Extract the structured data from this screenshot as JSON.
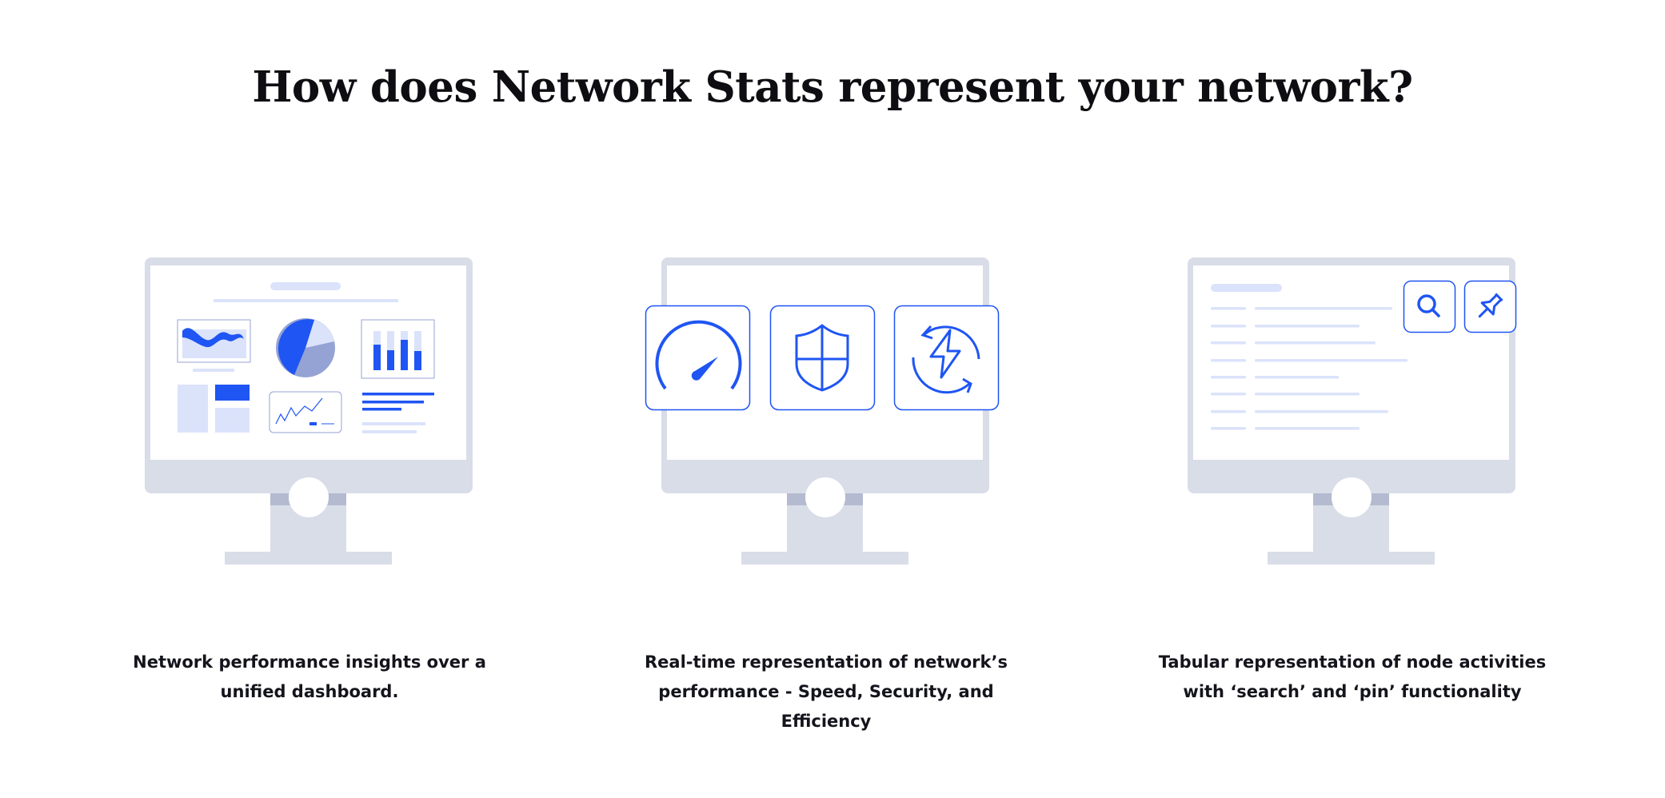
{
  "title": "How does Network Stats represent your network?",
  "colors": {
    "accent": "#1f55f3",
    "light": "#dbe3fb",
    "monitor": "#d9dde8",
    "monitor_dark": "#b4bbd0"
  },
  "features": [
    {
      "caption": "Network performance insights over a unified dashboard.",
      "illustration": "dashboard-charts"
    },
    {
      "caption": "Real-time representation of network’s performance - Speed, Security, and Efficiency",
      "icons": [
        "speedometer-icon",
        "shield-icon",
        "refresh-bolt-icon"
      ]
    },
    {
      "caption": "Tabular representation of node activities with ‘search’ and ‘pin’ functionality",
      "icons": [
        "search-icon",
        "pin-icon"
      ]
    }
  ]
}
